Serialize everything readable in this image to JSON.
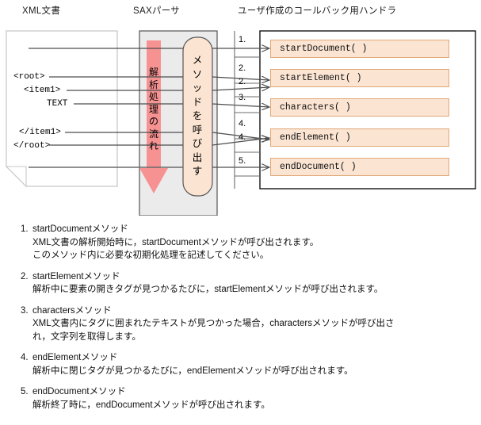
{
  "headings": {
    "xml": "XML文書",
    "sax": "SAXパーサ",
    "handler": "ユーザ作成のコールバック用ハンドラ"
  },
  "xml_document": {
    "lines": [
      "<root>",
      "<item1>",
      "TEXT",
      "</item1>",
      "</root>"
    ]
  },
  "sax_parser": {
    "flow_label": "解析処理の流れ",
    "flow_chars": [
      "解",
      "析",
      "処",
      "理",
      "の",
      "流",
      "れ"
    ],
    "call_label": "メソッドを呼び出す",
    "call_chars": [
      "メ",
      "ソ",
      "ッ",
      "ド",
      "を",
      "呼",
      "び",
      "出",
      "す"
    ],
    "arrow_color": "#f79292",
    "band_color": "#ebebeb"
  },
  "steps": {
    "numbers": [
      "1.",
      "2.",
      "2.",
      "3.",
      "4.",
      "4.",
      "5."
    ]
  },
  "methods": [
    {
      "name": "startDocument( )"
    },
    {
      "name": "startElement( )"
    },
    {
      "name": "characters( )"
    },
    {
      "name": "endElement( )"
    },
    {
      "name": "endDocument( )"
    }
  ],
  "method_box_style": {
    "fill": "#fbe4d2",
    "border": "#e0a877"
  },
  "explanations": [
    {
      "num": "1.",
      "title": "startDocumentメソッド",
      "lines": [
        "XML文書の解析開始時に，startDocumentメソッドが呼び出されます。",
        "このメソッド内に必要な初期化処理を記述してください。"
      ]
    },
    {
      "num": "2.",
      "title": "startElementメソッド",
      "lines": [
        "解析中に要素の開きタグが見つかるたびに，startElementメソッドが呼び出されます。"
      ]
    },
    {
      "num": "3.",
      "title": "charactersメソッド",
      "lines": [
        "XML文書内にタグに囲まれたテキストが見つかった場合，charactersメソッドが呼び出さ",
        "れ，文字列を取得します。"
      ]
    },
    {
      "num": "4.",
      "title": "endElementメソッド",
      "lines": [
        "解析中に閉じタグが見つかるたびに，endElementメソッドが呼び出されます。"
      ]
    },
    {
      "num": "5.",
      "title": "endDocumentメソッド",
      "lines": [
        "解析終了時に，endDocumentメソッドが呼び出されます。"
      ]
    }
  ]
}
